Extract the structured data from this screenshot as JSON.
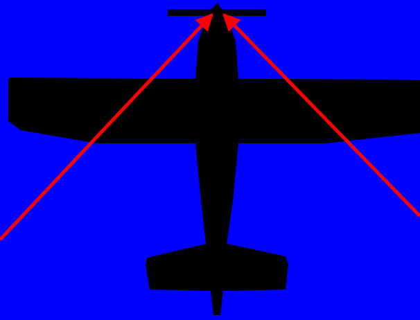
{
  "colors": {
    "background": "#0000ff",
    "aircraft": "#000000",
    "arrows": "#ff0000"
  },
  "diagram": {
    "subject": "airplane-top-view-silhouette",
    "arrows": [
      {
        "name": "left-arrow",
        "points_to": "propeller-hub"
      },
      {
        "name": "right-arrow",
        "points_to": "propeller-hub"
      }
    ]
  }
}
